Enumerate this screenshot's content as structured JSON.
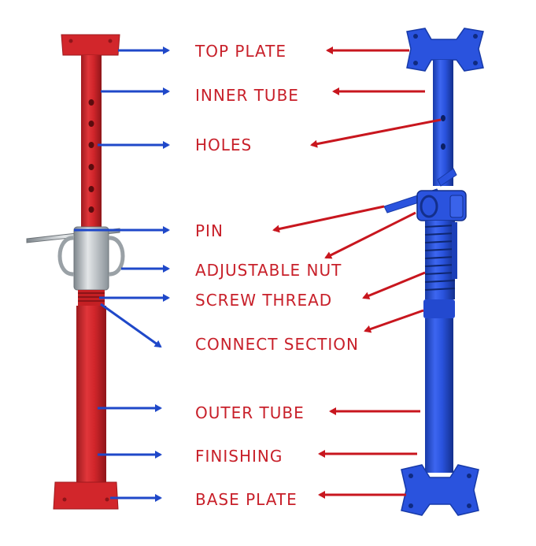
{
  "colors": {
    "label_text": "#c8202a",
    "blue_arrow": "#1f48c9",
    "red_arrow": "#c8161e",
    "red_prop": "#d2262b",
    "red_prop_dark": "#9e1a1e",
    "blue_prop": "#2a53de",
    "blue_prop_dark": "#173aa8",
    "steel": "#b9bfc4",
    "steel_dark": "#7e868c"
  },
  "props": {
    "left": {
      "color_name": "red",
      "icon": "shoring-prop-red-icon"
    },
    "right": {
      "color_name": "blue",
      "icon": "shoring-prop-blue-icon"
    }
  },
  "labels": [
    {
      "key": "top_plate",
      "text": "TOP PLATE"
    },
    {
      "key": "inner_tube",
      "text": "INNER TUBE"
    },
    {
      "key": "holes",
      "text": "HOLES"
    },
    {
      "key": "pin",
      "text": "PIN"
    },
    {
      "key": "adjustable_nut",
      "text": "ADJUSTABLE NUT"
    },
    {
      "key": "screw_thread",
      "text": "SCREW THREAD"
    },
    {
      "key": "connect_section",
      "text": "CONNECT SECTION"
    },
    {
      "key": "outer_tube",
      "text": "OUTER TUBE"
    },
    {
      "key": "finishing",
      "text": "FINISHING"
    },
    {
      "key": "base_plate",
      "text": "BASE PLATE"
    }
  ]
}
